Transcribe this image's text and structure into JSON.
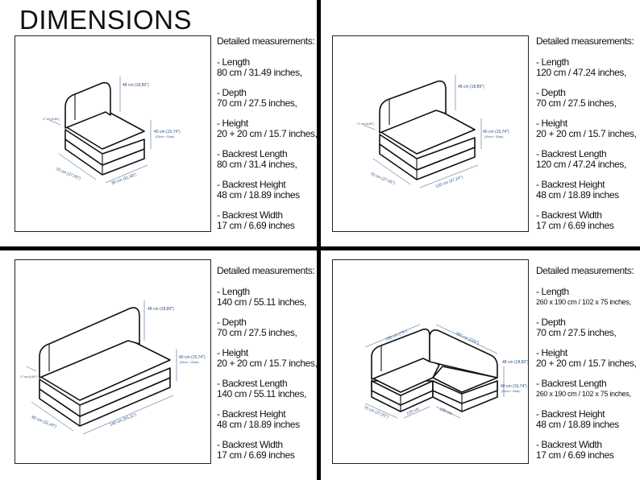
{
  "title": "DIMENSIONS",
  "panels": [
    {
      "heading": "Detailed measurements:",
      "items": [
        {
          "label": "- Length",
          "value": "80 cm / 31.49 inches,"
        },
        {
          "label": "- Depth",
          "value": "70 cm / 27.5 inches,"
        },
        {
          "label": "- Height",
          "value": "20 + 20 cm / 15.7 inches,"
        },
        {
          "label": "- Backrest Length",
          "value": "80 cm / 31.4 inches,"
        },
        {
          "label": "- Backrest Height",
          "value": "48 cm / 18.89 inches"
        },
        {
          "label": "- Backrest Width",
          "value": "17 cm / 6.69 inches"
        }
      ],
      "dims": {
        "back": "48 cm (18,89\")",
        "height": "40 cm (15,74\")",
        "height_sub": "(20cm + 20cm)",
        "depth": "70 cm (27,55\")",
        "length": "80 cm (31,49\")",
        "width": "17 cm (6,69\")"
      }
    },
    {
      "heading": "Detailed measurements:",
      "items": [
        {
          "label": "- Length",
          "value": "120 cm / 47.24 inches,"
        },
        {
          "label": "- Depth",
          "value": "70 cm / 27.5 inches,"
        },
        {
          "label": "- Height",
          "value": "20 + 20 cm / 15.7 inches,"
        },
        {
          "label": "- Backrest Length",
          "value": "120 cm / 47.24 inches,"
        },
        {
          "label": "- Backrest Height",
          "value": "48 cm / 18.89 inches"
        },
        {
          "label": "- Backrest Width",
          "value": "17 cm / 6.69 inches"
        }
      ],
      "dims": {
        "back": "48 cm (18,89\")",
        "height": "40 cm (15,74\")",
        "height_sub": "(20cm + 20cm)",
        "depth": "70 cm (27,55\")",
        "length": "120 cm (47,24\")",
        "width": "17 cm (6,69\")"
      }
    },
    {
      "heading": "Detailed measurements:",
      "items": [
        {
          "label": "- Length",
          "value": "140 cm / 55.11 inches,"
        },
        {
          "label": "- Depth",
          "value": "70 cm / 27.5 inches,"
        },
        {
          "label": "- Height",
          "value": "20 + 20 cm / 15.7 inches,"
        },
        {
          "label": "- Backrest Length",
          "value": "140 cm / 55.11 inches,"
        },
        {
          "label": "- Backrest Height",
          "value": "48 cm / 18.89 inches"
        },
        {
          "label": "- Backrest Width",
          "value": "17 cm / 6.69 inches"
        }
      ],
      "dims": {
        "back": "48 cm (18,89\")",
        "height": "40 cm (15,74\")",
        "height_sub": "(20cm + 20cm)",
        "depth": "80 cm (31,49\")",
        "length": "140 cm (55,11\")",
        "width": "17 cm (6,69\")"
      }
    },
    {
      "heading": "Detailed measurements:",
      "items": [
        {
          "label": "- Length",
          "value": "260 x 190 cm / 102 x 75 inches,",
          "small": true
        },
        {
          "label": "- Depth",
          "value": "70 cm / 27.5 inches,"
        },
        {
          "label": "- Height",
          "value": "20 + 20 cm / 15.7 inches,"
        },
        {
          "label": "- Backrest Length",
          "value": "260 x 190 cm / 102 x 75 inches,",
          "small": true
        },
        {
          "label": "- Backrest Height",
          "value": "48 cm / 18.89 inches"
        },
        {
          "label": "- Backrest Width",
          "value": "17 cm / 6.69 inches"
        }
      ],
      "dims": {
        "top_left": "190 cm (75\")",
        "top_right": "260 cm (102\")",
        "height": "40 cm (15,74\")",
        "height_sub": "(20cm + 20cm)",
        "back": "48 cm (18,89\")",
        "depth": "70 cm (27,55\")",
        "inner1": "120 cm",
        "inner2": "190 cm"
      }
    }
  ]
}
